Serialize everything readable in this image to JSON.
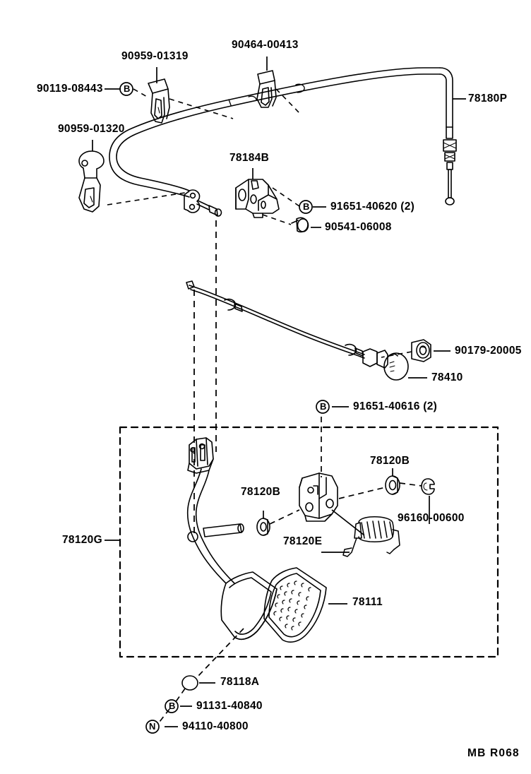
{
  "diagram": {
    "title_code": "MB  R068",
    "sheet_width": 752,
    "sheet_height": 1096,
    "ink_color": "#000000",
    "background": "#ffffff",
    "group_box_label": "78120G"
  },
  "labels": {
    "clip_upper_left": "90959-01319",
    "bolt_upper_left": "90119-08443",
    "clamp_left": "90959-01320",
    "clip_top_center": "90464-00413",
    "cable_accel": "78180P",
    "bracket_cable": "78184B",
    "bolt_bracket": "91651-40620 (2)",
    "pin_bracket": "90541-06008",
    "grommet_switch": "90179-20005",
    "stop_switch": "78410",
    "bolt_pedal_support": "91651-40616 (2)",
    "bush_left": "78120B",
    "bush_right": "78120B",
    "spring_return": "78120E",
    "clip_e_ring": "96160-00600",
    "pedal_pad": "78111",
    "pedal_group": "78120G",
    "pad_stopper": "78118A",
    "nut_b": "91131-40840",
    "nut_n": "94110-40800"
  },
  "callout_marks": {
    "b_bolt_upper_left": "B",
    "b_bracket_bolt": "B",
    "b_support_bolt": "B",
    "b_bottom_nut": "B",
    "n_bottom_nut": "N"
  },
  "parts": [
    {
      "number": "90959-01319",
      "name": "cable-clip-upper",
      "qty": 1
    },
    {
      "number": "90119-08443",
      "name": "bolt-washer-upper",
      "qty": 1,
      "mark": "B"
    },
    {
      "number": "90959-01320",
      "name": "cable-clamp-left",
      "qty": 1
    },
    {
      "number": "90464-00413",
      "name": "cable-clip-center",
      "qty": 1
    },
    {
      "number": "78180P",
      "name": "accelerator-control-cable",
      "qty": 1
    },
    {
      "number": "78184B",
      "name": "cable-bracket",
      "qty": 1
    },
    {
      "number": "91651-40620",
      "name": "bracket-bolt",
      "qty": 2,
      "mark": "B"
    },
    {
      "number": "90541-06008",
      "name": "bracket-pin",
      "qty": 1
    },
    {
      "number": "90179-20005",
      "name": "switch-grommet-nut",
      "qty": 1
    },
    {
      "number": "78410",
      "name": "accelerator-pedal-stop-switch",
      "qty": 1
    },
    {
      "number": "91651-40616",
      "name": "pedal-support-bolt",
      "qty": 2,
      "mark": "B"
    },
    {
      "number": "78120B",
      "name": "pedal-shaft-bushing",
      "qty": 2
    },
    {
      "number": "78120E",
      "name": "pedal-return-spring",
      "qty": 1
    },
    {
      "number": "96160-00600",
      "name": "e-ring-clip",
      "qty": 1
    },
    {
      "number": "78111",
      "name": "accelerator-pedal-pad",
      "qty": 1
    },
    {
      "number": "78120G",
      "name": "accelerator-pedal-assembly",
      "qty": 1
    },
    {
      "number": "78118A",
      "name": "pedal-stopper-cushion",
      "qty": 1
    },
    {
      "number": "91131-40840",
      "name": "bolt-nut-lower",
      "qty": 1,
      "mark": "B"
    },
    {
      "number": "94110-40800",
      "name": "nut-lower",
      "qty": 1,
      "mark": "N"
    }
  ]
}
